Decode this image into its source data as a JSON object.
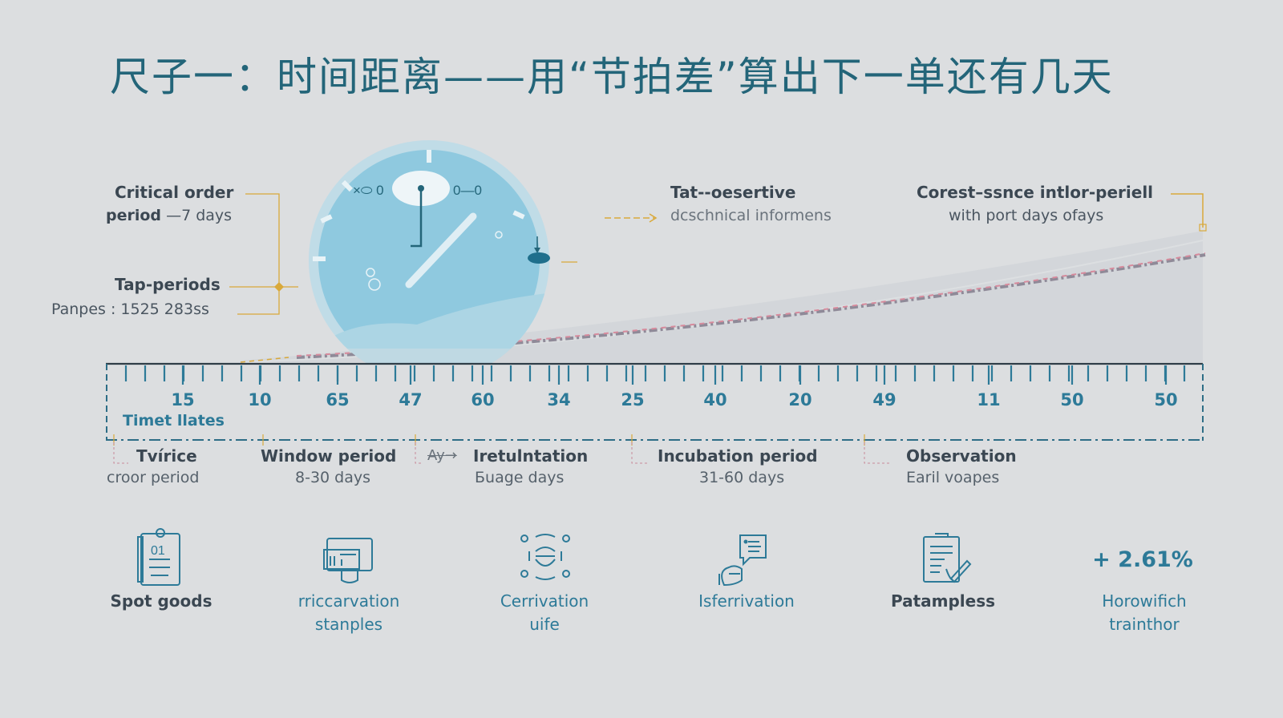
{
  "title": "尺子一：时间距离——用“节拍差”算出下一单还有几天",
  "colors": {
    "background": "#dcdee0",
    "title": "#236579",
    "accent_teal": "#2d7a98",
    "clock_blue": "#8fc9df",
    "connector_gold": "#d9a93a",
    "trend_pink": "#d78a9c",
    "text_dark": "#3b4752"
  },
  "callouts": {
    "critical": {
      "title": "Critical order",
      "sub_prefix": "period",
      "sub_value": "—7 days"
    },
    "tap": {
      "title": "Tap-periods",
      "sub": "Panpes : 1525 283ss"
    },
    "technical": {
      "title": "Tat--oesertive",
      "sub": "dcschnical informens"
    },
    "forest": {
      "title": "Corest–ssnce intlor-periell",
      "sub": "with port days ofays"
    }
  },
  "clock": {
    "left_text": "×⬭ 0",
    "right_text": "0—0"
  },
  "ruler": {
    "axis_label": "Timet llates",
    "ticks": [
      "15",
      "10",
      "65",
      "47",
      "60",
      "34",
      "25",
      "40",
      "20",
      "49",
      "11",
      "50",
      "50"
    ]
  },
  "phases": [
    {
      "title": "Tvírice",
      "sub": "croor period"
    },
    {
      "title": "Window period",
      "sub": "8-30 days"
    },
    {
      "title": "Iretulntation",
      "sub": "Бuage days",
      "prefix": "Ay→"
    },
    {
      "title": "Incubation period",
      "sub": "31-60 days"
    },
    {
      "title": "Observation",
      "sub": "Earil voapes"
    }
  ],
  "icons": [
    {
      "icon": "clipboard-icon",
      "label_line1": "Spot goods",
      "label_line2": "",
      "dark": true
    },
    {
      "icon": "register-icon",
      "label_line1": "rriccarvation",
      "label_line2": "stanples",
      "dark": false
    },
    {
      "icon": "cycle-bowl-icon",
      "label_line1": "Cerrivation",
      "label_line2": "uife",
      "dark": false
    },
    {
      "icon": "hand-chat-icon",
      "label_line1": "Isferrivation",
      "label_line2": "",
      "dark": false
    },
    {
      "icon": "document-pen-icon",
      "label_line1": "Patampless",
      "label_line2": "",
      "dark": true
    },
    {
      "icon": "metric",
      "metric": "+ 2.61%",
      "label_line1": "Horowifich",
      "label_line2": "trainthor",
      "dark": false
    }
  ]
}
